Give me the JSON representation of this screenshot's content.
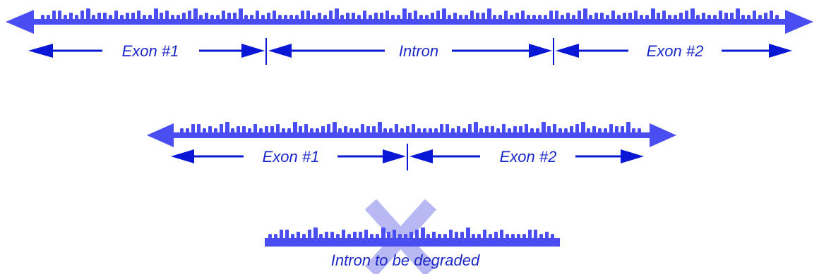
{
  "colors": {
    "strand": "#4a4ef2",
    "arrow": "#0a18d6",
    "label": "#1a28c8",
    "cross": "#b8b8f4",
    "background": "#ffffff"
  },
  "pre_mrna": {
    "exon1_label": "Exon #1",
    "intron_label": "Intron",
    "exon2_label": "Exon #2"
  },
  "mature_mrna": {
    "exon1_label": "Exon #1",
    "exon2_label": "Exon #2"
  },
  "excised": {
    "caption": "Intron to be degraded",
    "cross_icon": "x-mark"
  }
}
